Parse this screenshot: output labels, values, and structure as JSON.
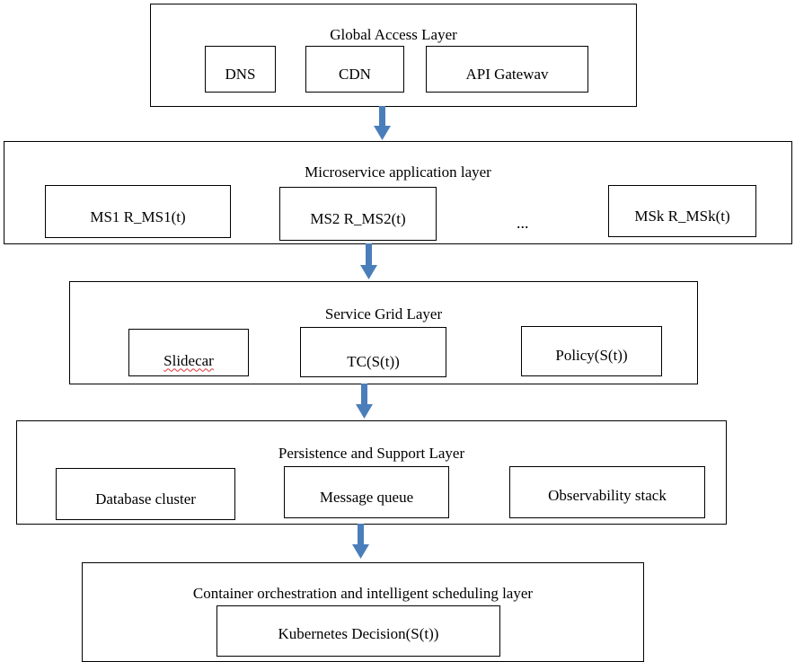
{
  "layers": [
    {
      "title": "Global Access Layer",
      "boxes": [
        "DNS",
        "CDN",
        "API Gatewav"
      ]
    },
    {
      "title": "Microservice application layer",
      "boxes": [
        "MS1 R_MS1(t)",
        "MS2 R_MS2(t)",
        "MSk R_MSk(t)"
      ],
      "ellipsis": "..."
    },
    {
      "title": "Service Grid Layer",
      "boxes": [
        "Slidecar",
        "TC(S(t))",
        "Policy(S(t))"
      ]
    },
    {
      "title": "Persistence and Support Layer",
      "boxes": [
        "Database cluster",
        "Message queue",
        "Observability stack"
      ]
    },
    {
      "title": "Container orchestration and intelligent scheduling layer",
      "boxes": [
        "Kubernetes Decision(S(t))"
      ]
    }
  ],
  "colors": {
    "arrow": "#4a7ebb",
    "border": "#000000"
  }
}
